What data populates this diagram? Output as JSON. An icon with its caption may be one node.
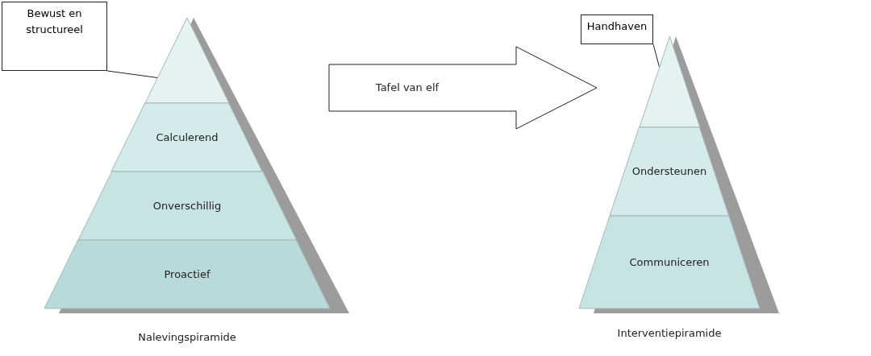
{
  "diagram": {
    "nodes": [
      {
        "text": [
          "Nalevingspiramide"
        ]
      },
      {
        "text": [
          "Bewust en structureel"
        ]
      },
      {
        "text": [],
        "shape": "triangle",
        "in": 0
      },
      {
        "text": [
          "Calculerend"
        ],
        "in": 0
      },
      {
        "text": [
          "Onverschillig"
        ],
        "in": 0
      },
      {
        "text": [
          "Proactief"
        ],
        "in": 0
      },
      {
        "text": [
          "Interventiepiramide"
        ]
      },
      {
        "text": [
          "Handhaven"
        ]
      },
      {
        "text": [],
        "shape": "triangle",
        "in": 6
      },
      {
        "text": [
          "Ondersteunen"
        ],
        "in": 6
      },
      {
        "text": [
          "Communiceren"
        ],
        "in": 6
      }
    ],
    "edges": [
      {
        "from": 1,
        "to": 2,
        "arrow": "none"
      },
      {
        "from": 7,
        "to": 8,
        "arrow": "none"
      },
      {
        "from": 0,
        "to": 6,
        "label": "Tafel van elf",
        "arrow": "to"
      }
    ]
  }
}
